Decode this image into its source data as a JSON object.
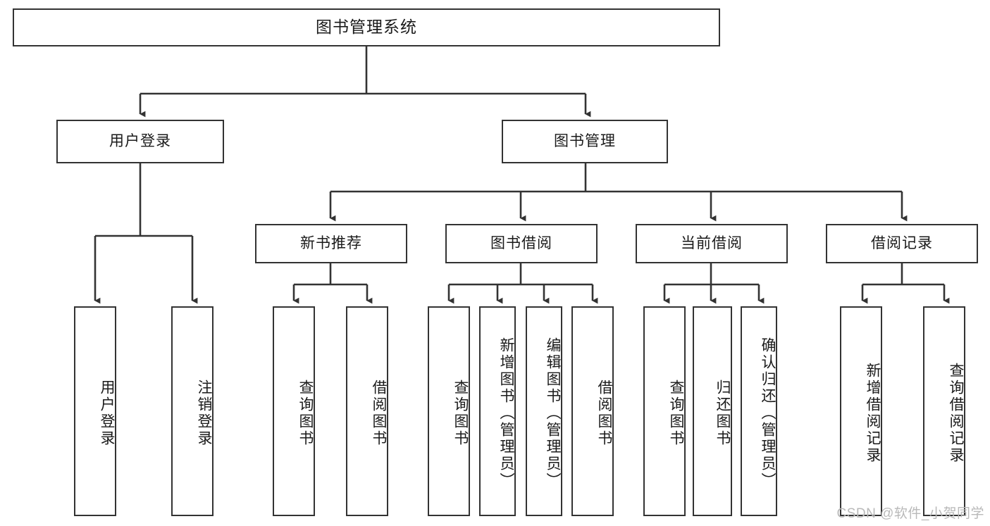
{
  "diagram": {
    "type": "tree-hierarchy",
    "title": "图书管理系统",
    "root": {
      "label": "图书管理系统"
    },
    "level2": [
      {
        "label": "用户登录"
      },
      {
        "label": "图书管理"
      }
    ],
    "level3": [
      {
        "label": "新书推荐"
      },
      {
        "label": "图书借阅"
      },
      {
        "label": "当前借阅"
      },
      {
        "label": "借阅记录"
      }
    ],
    "leaves": {
      "user_login": [
        {
          "label": "用户登录"
        },
        {
          "label": "注销登录"
        }
      ],
      "new_book_recommend": [
        {
          "label": "查询图书"
        },
        {
          "label": "借阅图书"
        }
      ],
      "book_borrow": [
        {
          "label": "查询图书"
        },
        {
          "label": "新增图书（管理员）"
        },
        {
          "label": "编辑图书（管理员）"
        },
        {
          "label": "借阅图书"
        }
      ],
      "current_borrow": [
        {
          "label": "查询图书"
        },
        {
          "label": "归还图书"
        },
        {
          "label": "确认归还（管理员）"
        }
      ],
      "borrow_record": [
        {
          "label": "新增借阅记录"
        },
        {
          "label": "查询借阅记录"
        }
      ]
    }
  },
  "watermark": {
    "text": "CSDN @软件_小贺同学"
  },
  "colors": {
    "stroke": "#333333",
    "fill": "#ffffff",
    "text": "#1a1a1a",
    "watermark": "#b9b9b9"
  }
}
